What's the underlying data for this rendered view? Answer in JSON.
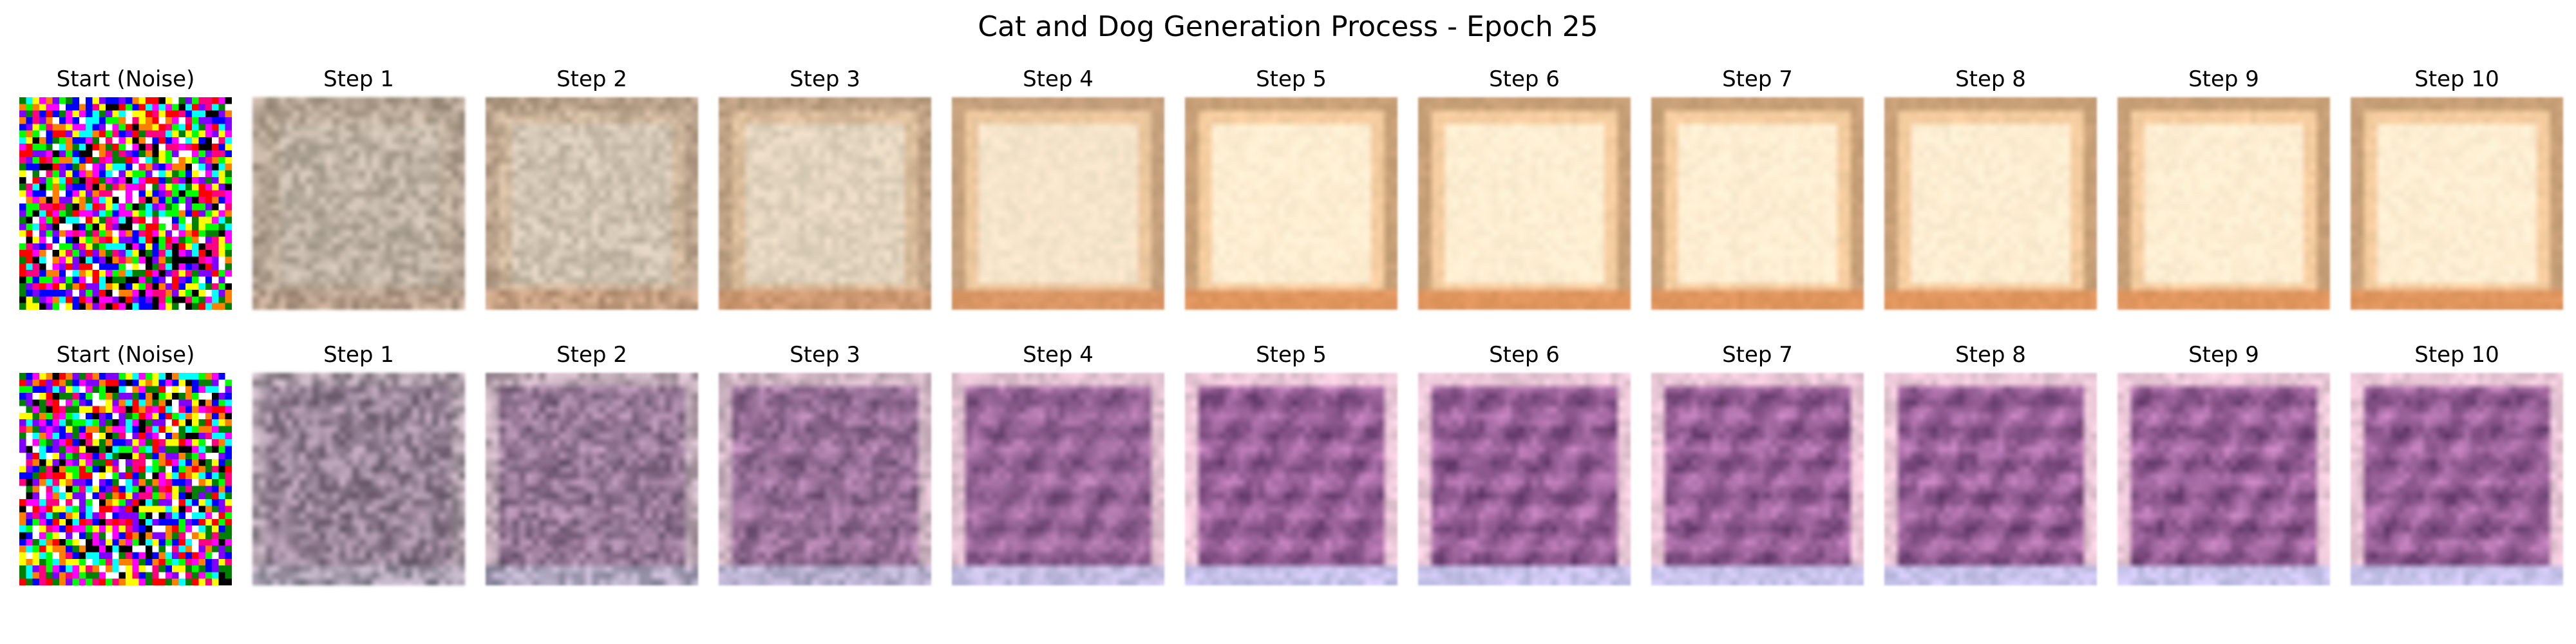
{
  "figure": {
    "title": "Cat and Dog Generation Process - Epoch 25",
    "rows": [
      {
        "kind": "cat",
        "panels": [
          {
            "label": "Start (Noise)",
            "step": 0
          },
          {
            "label": "Step 1",
            "step": 1
          },
          {
            "label": "Step 2",
            "step": 2
          },
          {
            "label": "Step 3",
            "step": 3
          },
          {
            "label": "Step 4",
            "step": 4
          },
          {
            "label": "Step 5",
            "step": 5
          },
          {
            "label": "Step 6",
            "step": 6
          },
          {
            "label": "Step 7",
            "step": 7
          },
          {
            "label": "Step 8",
            "step": 8
          },
          {
            "label": "Step 9",
            "step": 9
          },
          {
            "label": "Step 10",
            "step": 10
          }
        ]
      },
      {
        "kind": "dog",
        "panels": [
          {
            "label": "Start (Noise)",
            "step": 0
          },
          {
            "label": "Step 1",
            "step": 1
          },
          {
            "label": "Step 2",
            "step": 2
          },
          {
            "label": "Step 3",
            "step": 3
          },
          {
            "label": "Step 4",
            "step": 4
          },
          {
            "label": "Step 5",
            "step": 5
          },
          {
            "label": "Step 6",
            "step": 6
          },
          {
            "label": "Step 7",
            "step": 7
          },
          {
            "label": "Step 8",
            "step": 8
          },
          {
            "label": "Step 9",
            "step": 9
          },
          {
            "label": "Step 10",
            "step": 10
          }
        ]
      }
    ]
  }
}
